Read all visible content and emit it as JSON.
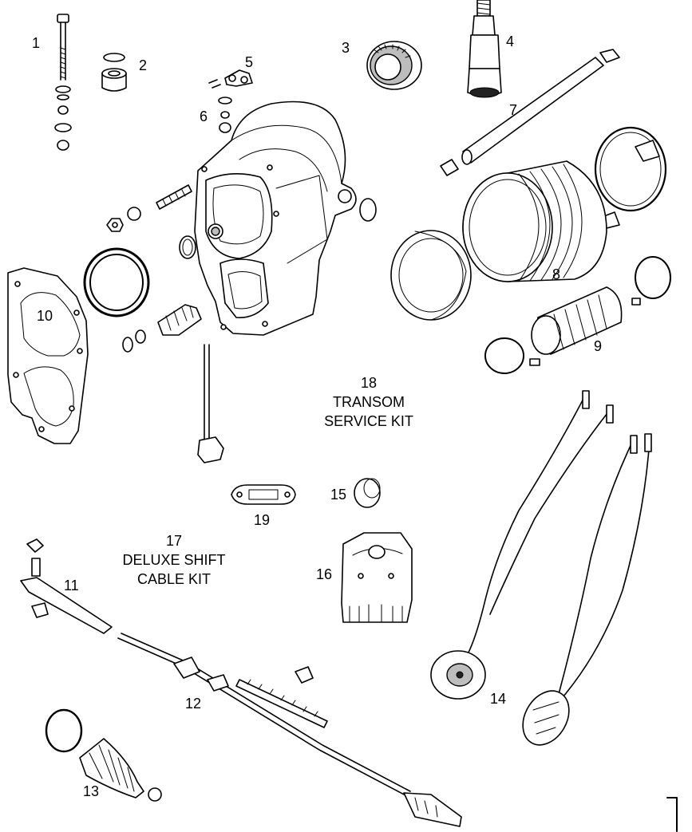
{
  "diagram": {
    "callouts": [
      "1",
      "2",
      "3",
      "4",
      "5",
      "6",
      "7",
      "8",
      "9",
      "10",
      "11",
      "12",
      "13",
      "14",
      "15",
      "16",
      "19"
    ],
    "kits": {
      "transom": {
        "number": "18",
        "line1": "TRANSOM",
        "line2": "SERVICE KIT"
      },
      "shift": {
        "number": "17",
        "line1": "DELUXE SHIFT",
        "line2": "CABLE KIT"
      }
    }
  }
}
